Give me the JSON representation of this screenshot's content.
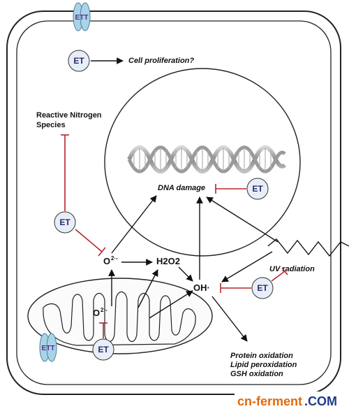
{
  "labels": {
    "cell_proliferation": "Cell proliferation?",
    "rns_line1": "Reactive Nitrogen",
    "rns_line2": "Species",
    "dna_damage": "DNA damage",
    "uv_radiation": "UV radiation",
    "protein_oxidation": "Protein oxidation",
    "lipid_peroxidation": "Lipid peroxidation",
    "gsh_oxidation": "GSH oxidation"
  },
  "species": {
    "superoxide_main": "O",
    "superoxide_main_sup": "2·-",
    "superoxide_mito": "O",
    "superoxide_mito_sup": "2·-",
    "h2o2": "H2O2",
    "hydroxyl": "OH·"
  },
  "et_nodes": {
    "et_label": "ET",
    "ett_label": "ETT"
  },
  "watermark": {
    "part1": "cn-ferment",
    "part2": ".COM"
  },
  "colors": {
    "inhibition": "#b3262b",
    "activation": "#111111",
    "et_circle_fill": "#e8eef8",
    "transporter": "#a9d3e6",
    "watermark_orange": "#e06a10",
    "watermark_blue": "#1d3d8a"
  }
}
